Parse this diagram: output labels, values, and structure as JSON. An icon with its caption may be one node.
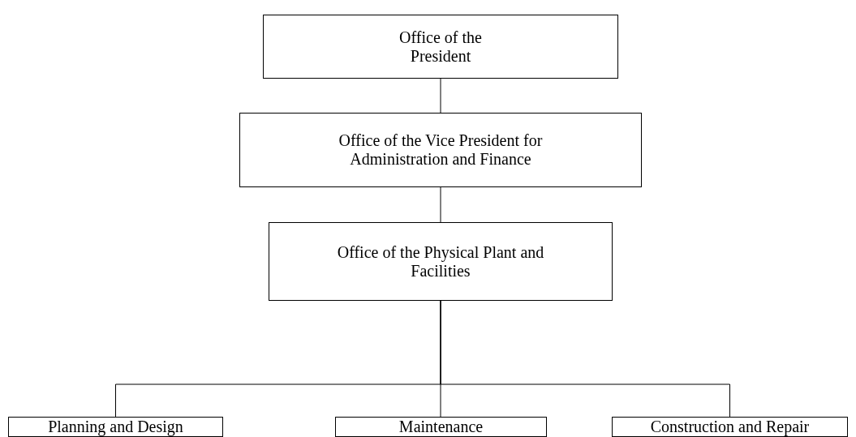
{
  "diagram": {
    "nodes": [
      {
        "text": [
          "Office of the President"
        ]
      },
      {
        "text": [
          "Office of the Vice President for Administration and Finance"
        ]
      },
      {
        "text": [
          "Office of the Physical Plant and Facilities"
        ]
      },
      {
        "text": [
          "Planning and Design"
        ]
      },
      {
        "text": [
          "Maintenance"
        ]
      },
      {
        "text": [
          "Construction and Repair"
        ]
      }
    ],
    "edges": [
      {
        "from": 0,
        "to": 1,
        "arrow": "none"
      },
      {
        "from": 1,
        "to": 2,
        "arrow": "none"
      },
      {
        "from": 2,
        "to": 3,
        "arrow": "none"
      },
      {
        "from": 2,
        "to": 4,
        "arrow": "none"
      },
      {
        "from": 2,
        "to": 5,
        "arrow": "none"
      }
    ]
  }
}
